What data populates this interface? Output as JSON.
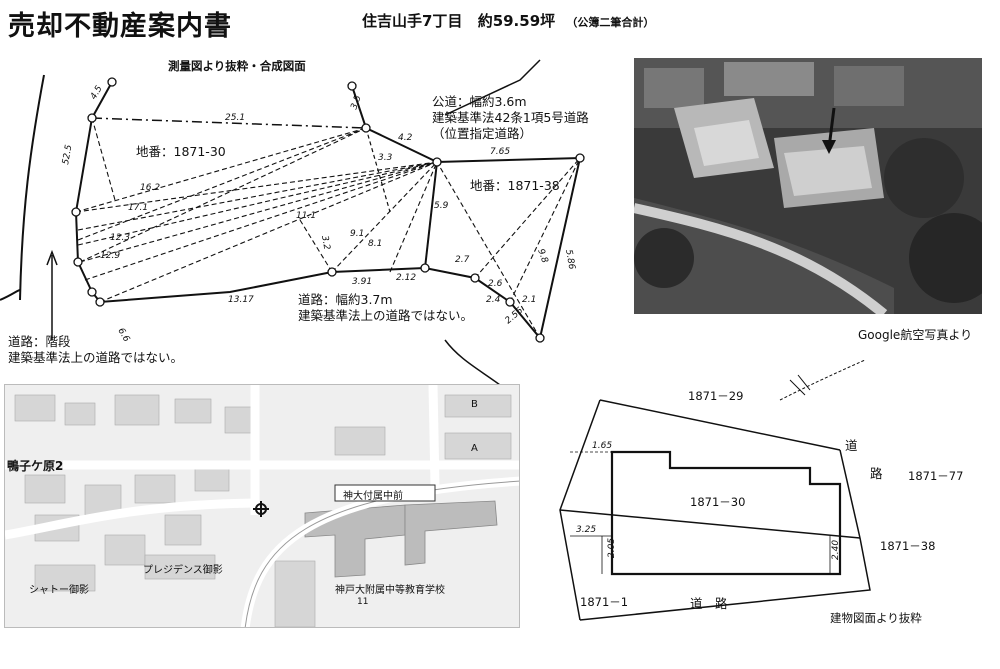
{
  "header": {
    "title": "売却不動産案内書",
    "location": "住吉山手7丁目",
    "area": "約59.59坪",
    "area_note": "（公簿二筆合計）"
  },
  "survey": {
    "caption": "測量図より抜粋・合成図面",
    "lot_left": "地番：1871-30",
    "lot_right": "地番：1871-38",
    "public_road": [
      "公道：幅約3.6m",
      "建築基準法42条1項5号道路",
      "（位置指定道路）"
    ],
    "road_bottom": [
      "道路：幅約3.7m",
      "建築基準法上の道路ではない。"
    ],
    "road_stairs": [
      "道路：階段",
      "建築基準法上の道路ではない。"
    ],
    "measures": [
      "25.1",
      "52.5",
      "4.2",
      "7.65",
      "3.3",
      "16.2",
      "17.1",
      "12.3",
      "12.9",
      "11.1",
      "9.1",
      "5.9",
      "13.17",
      "3.91",
      "2.12",
      "2.7",
      "2.6",
      "2.4",
      "2.1",
      "5.86",
      "9.8",
      "2.55",
      "3.2",
      "8.1",
      "3.5",
      "4.5",
      "6.6"
    ]
  },
  "photo": {
    "caption": "Google航空写真より"
  },
  "map": {
    "district": "鴨子ケ原2",
    "labels": [
      "神大付属中前",
      "プレジデンス御影",
      "シャトー御影",
      "神戸大附属中等教育学校",
      "A",
      "B",
      "11"
    ]
  },
  "building": {
    "lots": [
      "1871－29",
      "1871－77",
      "1871－30",
      "1871－38",
      "1871－1"
    ],
    "road_label": [
      "道",
      "路"
    ],
    "road_bottom": "道　路",
    "dims": [
      "1.65",
      "3.25",
      "2.05",
      "2.40"
    ],
    "caption": "建物図面より抜粋"
  }
}
